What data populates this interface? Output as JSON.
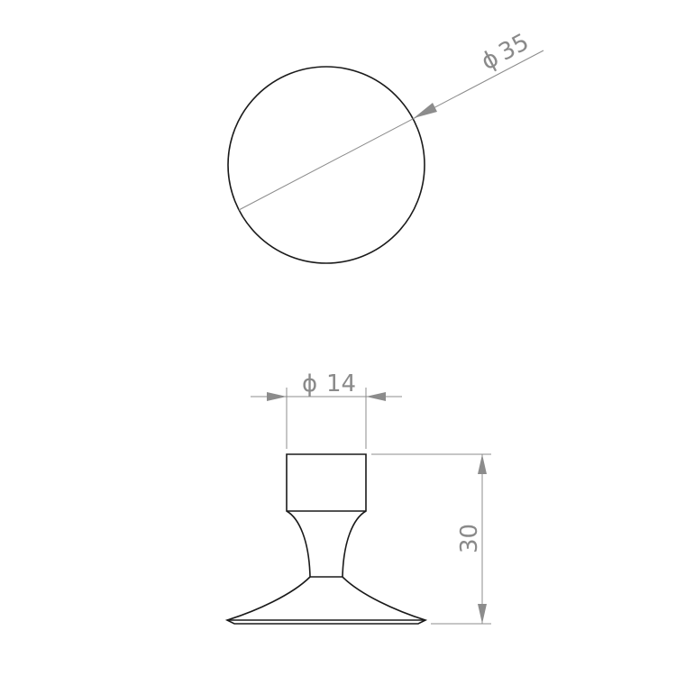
{
  "top_view": {
    "diameter_label": "35",
    "diameter_symbol": "ϕ"
  },
  "side_view": {
    "top_diameter_label": "14",
    "top_diameter_symbol": "ϕ",
    "height_label": "30"
  }
}
